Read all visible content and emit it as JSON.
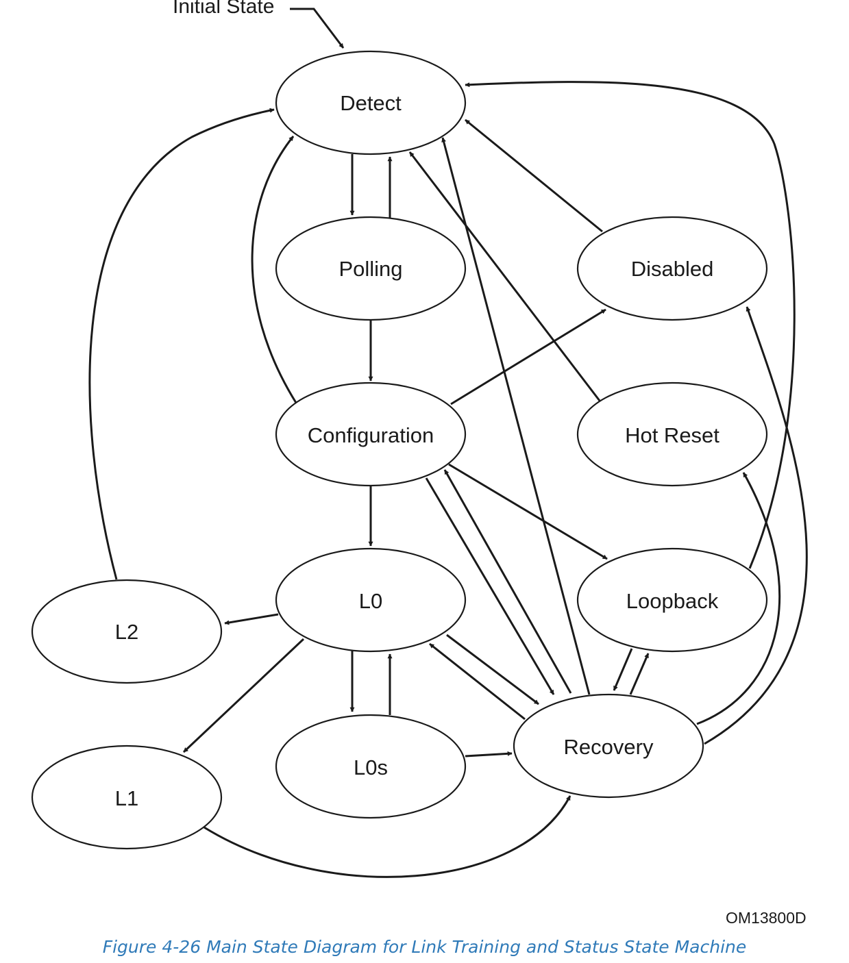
{
  "initial_label": "Initial State",
  "states": {
    "detect": "Detect",
    "polling": "Polling",
    "disabled": "Disabled",
    "configuration": "Configuration",
    "hot_reset": "Hot Reset",
    "l0": "L0",
    "loopback": "Loopback",
    "l2": "L2",
    "l0s": "L0s",
    "recovery": "Recovery",
    "l1": "L1"
  },
  "transitions": [
    [
      "Detect",
      "Polling"
    ],
    [
      "Polling",
      "Detect"
    ],
    [
      "Polling",
      "Configuration"
    ],
    [
      "Configuration",
      "Detect"
    ],
    [
      "Configuration",
      "Disabled"
    ],
    [
      "Configuration",
      "L0"
    ],
    [
      "Configuration",
      "Loopback"
    ],
    [
      "Configuration",
      "Recovery"
    ],
    [
      "Recovery",
      "Configuration"
    ],
    [
      "Disabled",
      "Detect"
    ],
    [
      "Hot Reset",
      "Detect"
    ],
    [
      "Loopback",
      "Detect"
    ],
    [
      "Recovery",
      "Detect"
    ],
    [
      "Recovery",
      "Disabled"
    ],
    [
      "Recovery",
      "Hot Reset"
    ],
    [
      "Recovery",
      "Loopback"
    ],
    [
      "Loopback",
      "Recovery"
    ],
    [
      "L0",
      "L2"
    ],
    [
      "L0",
      "L1"
    ],
    [
      "L0",
      "L0s"
    ],
    [
      "L0s",
      "L0"
    ],
    [
      "L0",
      "Recovery"
    ],
    [
      "Recovery",
      "L0"
    ],
    [
      "L0s",
      "Recovery"
    ],
    [
      "L1",
      "Recovery"
    ],
    [
      "L2",
      "Detect"
    ]
  ],
  "figure_id": "OM13800D",
  "caption": "Figure  4-26  Main State Diagram for Link Training and Status State Machine"
}
